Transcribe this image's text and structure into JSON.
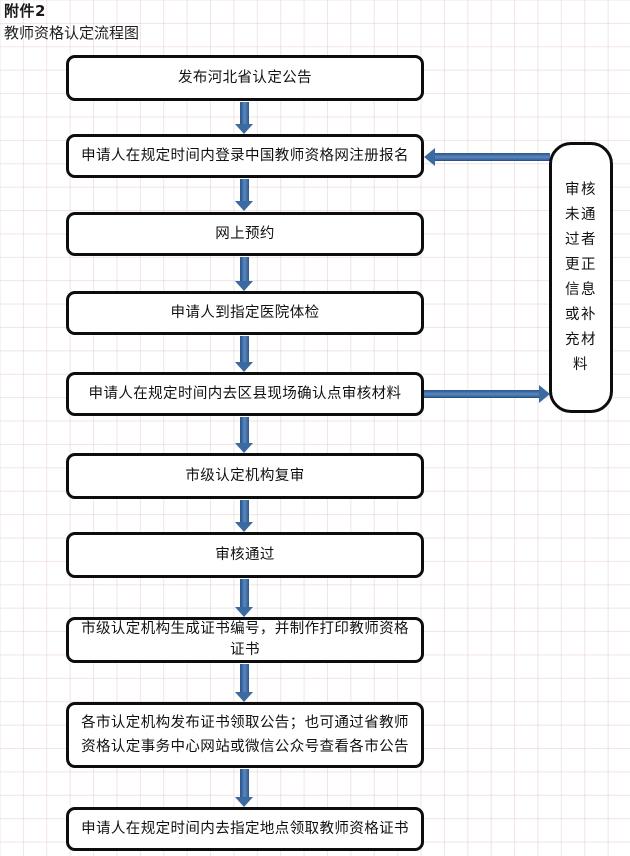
{
  "header": {
    "attachment_label": "附件2",
    "title": "教师资格认定流程图"
  },
  "flow": {
    "nodes": [
      {
        "id": "node-1",
        "label": "发布河北省认定公告"
      },
      {
        "id": "node-2",
        "label": "申请人在规定时间内登录中国教师资格网注册报名"
      },
      {
        "id": "node-3",
        "label": "网上预约"
      },
      {
        "id": "node-4",
        "label": "申请人到指定医院体检"
      },
      {
        "id": "node-5",
        "label": "申请人在规定时间内去区县现场确认点审核材料"
      },
      {
        "id": "node-6",
        "label": "市级认定机构复审"
      },
      {
        "id": "node-7",
        "label": "审核通过"
      },
      {
        "id": "node-8",
        "label": "市级认定机构生成证书编号，并制作打印教师资格证书"
      },
      {
        "id": "node-9",
        "label": "各市认定机构发布证书领取公告；也可通过省教师资格认定事务中心网站或微信公众号查看各市公告"
      },
      {
        "id": "node-10",
        "label": "申请人在规定时间内去指定地点领取教师资格证书"
      }
    ],
    "side_node": {
      "id": "node-rework",
      "label": "审核未通过者更正信息或补充材料"
    },
    "connectors": {
      "down_arrow": "arrow-down",
      "left_arrow": "arrow-left",
      "right_arrow": "arrow-right"
    }
  },
  "colors": {
    "arrow_blue": "#3b6aa0",
    "arrow_blue_light": "#5b86bd",
    "border_black": "#0d0d0d",
    "grid_line": "#e2c4c4",
    "text": "#111111"
  }
}
